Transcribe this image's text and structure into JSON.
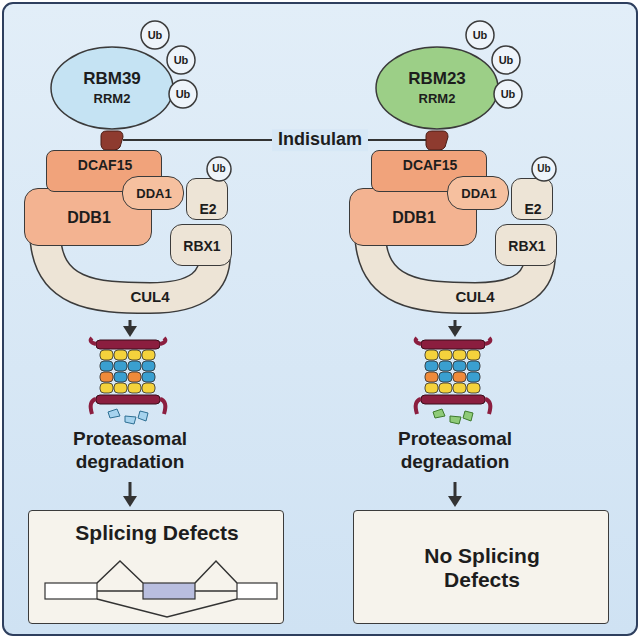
{
  "diagram": {
    "nodes": [
      {
        "text": [
          "RBM39",
          "RRM2"
        ]
      },
      {
        "text": [
          "Ub"
        ]
      },
      {
        "text": [
          "Ub"
        ]
      },
      {
        "text": [
          "Ub"
        ]
      },
      {
        "text": [
          "DCAF15"
        ]
      },
      {
        "text": [
          "DDA1"
        ]
      },
      {
        "text": [
          "Ub"
        ]
      },
      {
        "text": [
          "E2"
        ]
      },
      {
        "text": [
          "DDB1"
        ]
      },
      {
        "text": [
          "RBX1"
        ]
      },
      {
        "text": [
          "CUL4"
        ]
      },
      {
        "text": [
          "Splicing Defects"
        ]
      },
      {
        "text": [
          "RBM23",
          "RRM2"
        ]
      },
      {
        "text": [
          "Ub"
        ]
      },
      {
        "text": [
          "Ub"
        ]
      },
      {
        "text": [
          "Ub"
        ]
      },
      {
        "text": [
          "DCAF15"
        ]
      },
      {
        "text": [
          "DDA1"
        ]
      },
      {
        "text": [
          "Ub"
        ]
      },
      {
        "text": [
          "E2"
        ]
      },
      {
        "text": [
          "DDB1"
        ]
      },
      {
        "text": [
          "RBX1"
        ]
      },
      {
        "text": [
          "CUL4"
        ]
      },
      {
        "text": [
          "No Splicing Defects"
        ]
      }
    ],
    "labels": [
      "Indisulam",
      "Proteasomal degradation",
      "Proteasomal degradation"
    ]
  }
}
